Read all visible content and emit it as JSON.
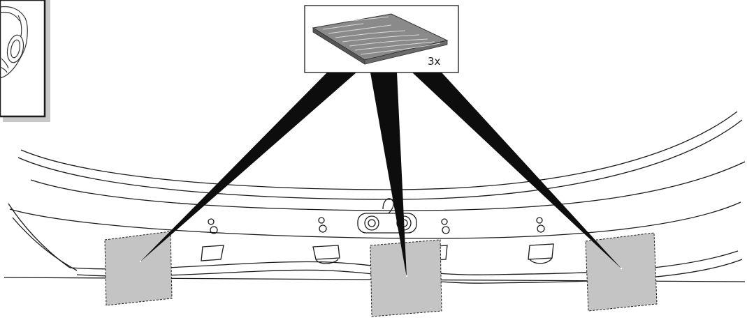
{
  "diagram": {
    "inset": {
      "quantity_label": "3x",
      "icon": "sound-damping-pad-icon"
    },
    "vehicle_view": {
      "icon": "car-front-quarter-icon"
    },
    "placements": {
      "count": 3,
      "part": "pad-placement-area"
    },
    "colors": {
      "line": "#1a1a1a",
      "pad_fill": "#c4c4c4",
      "frame_shadow": "#c8c8c8",
      "pointer": "#0d0d0d"
    }
  }
}
